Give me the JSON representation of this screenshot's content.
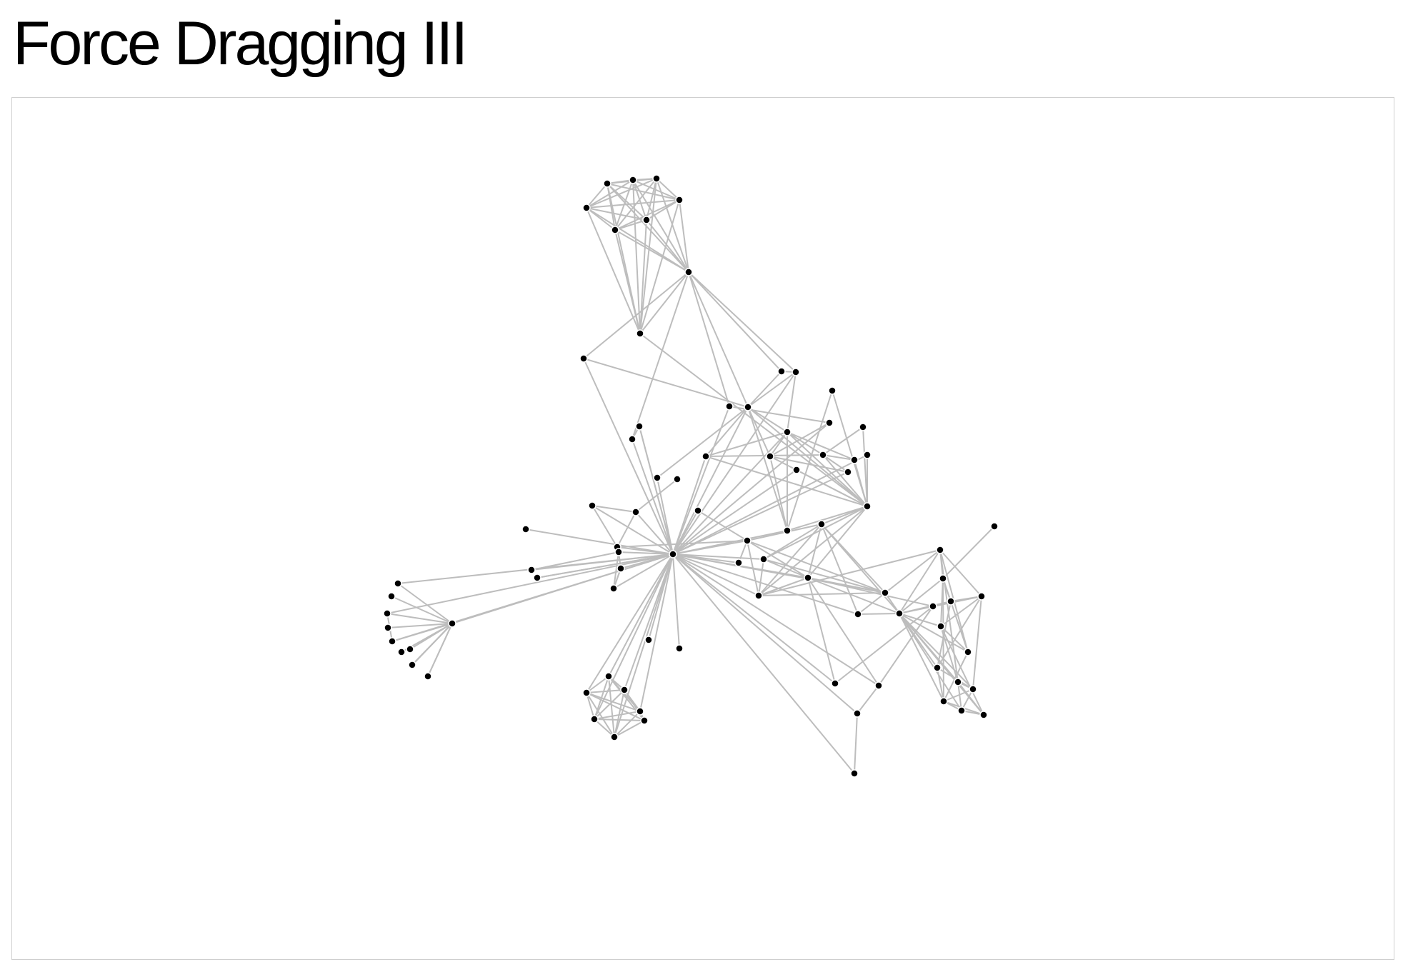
{
  "page": {
    "title": "Force Dragging III"
  },
  "colors": {
    "background": "#ffffff",
    "node_fill": "#000000",
    "node_stroke": "#ffffff",
    "link": "#bdbdbd",
    "frame_border": "#cfcfcf"
  },
  "graph": {
    "links": [
      [
        "n0",
        "n1"
      ],
      [
        "n0",
        "n2"
      ],
      [
        "n0",
        "n3"
      ],
      [
        "n0",
        "n4"
      ],
      [
        "n0",
        "n5"
      ],
      [
        "n0",
        "n6"
      ],
      [
        "n0",
        "n7"
      ],
      [
        "n0",
        "n8"
      ],
      [
        "n1",
        "n2"
      ],
      [
        "n1",
        "n3"
      ],
      [
        "n1",
        "n4"
      ],
      [
        "n1",
        "n5"
      ],
      [
        "n1",
        "n6"
      ],
      [
        "n1",
        "n7"
      ],
      [
        "n1",
        "n8"
      ],
      [
        "n2",
        "n3"
      ],
      [
        "n2",
        "n4"
      ],
      [
        "n2",
        "n5"
      ],
      [
        "n2",
        "n6"
      ],
      [
        "n2",
        "n7"
      ],
      [
        "n2",
        "n8"
      ],
      [
        "n3",
        "n4"
      ],
      [
        "n3",
        "n5"
      ],
      [
        "n3",
        "n6"
      ],
      [
        "n3",
        "n7"
      ],
      [
        "n3",
        "n8"
      ],
      [
        "n4",
        "n5"
      ],
      [
        "n4",
        "n6"
      ],
      [
        "n4",
        "n7"
      ],
      [
        "n4",
        "n8"
      ],
      [
        "n5",
        "n6"
      ],
      [
        "n5",
        "n7"
      ],
      [
        "n5",
        "n8"
      ],
      [
        "n6",
        "n7"
      ],
      [
        "n6",
        "n8"
      ],
      [
        "n7",
        "n8"
      ],
      [
        "n7",
        "n9"
      ],
      [
        "n7",
        "n10"
      ],
      [
        "n7",
        "n12"
      ],
      [
        "n7",
        "n15"
      ],
      [
        "n7",
        "n16"
      ],
      [
        "n7",
        "n13"
      ],
      [
        "n8",
        "n30"
      ],
      [
        "n9",
        "n13"
      ],
      [
        "n10",
        "n11"
      ],
      [
        "n12",
        "n17"
      ],
      [
        "n11",
        "n22"
      ],
      [
        "n13",
        "n14"
      ],
      [
        "n13",
        "n15"
      ],
      [
        "n13",
        "n16"
      ],
      [
        "n13",
        "n18"
      ],
      [
        "n13",
        "n21"
      ],
      [
        "n13",
        "n22"
      ],
      [
        "n13",
        "n24"
      ],
      [
        "n13",
        "n26"
      ],
      [
        "n13",
        "n30"
      ],
      [
        "n14",
        "n18"
      ],
      [
        "n14",
        "n19"
      ],
      [
        "n14",
        "n22"
      ],
      [
        "n15",
        "n16"
      ],
      [
        "n18",
        "n19"
      ],
      [
        "n18",
        "n20"
      ],
      [
        "n18",
        "n22"
      ],
      [
        "n18",
        "n24"
      ],
      [
        "n18",
        "n26"
      ],
      [
        "n18",
        "n30"
      ],
      [
        "n19",
        "n20"
      ],
      [
        "n19",
        "n28"
      ],
      [
        "n19",
        "n29"
      ],
      [
        "n21",
        "n22"
      ],
      [
        "n22",
        "n27"
      ],
      [
        "n23",
        "n22"
      ],
      [
        "n16",
        "n22"
      ],
      [
        "n16",
        "n18"
      ],
      [
        "n17",
        "n22"
      ],
      [
        "n17",
        "n24"
      ],
      [
        "n24",
        "n26"
      ],
      [
        "n24",
        "n28"
      ],
      [
        "n24",
        "n30"
      ],
      [
        "n25",
        "n26"
      ],
      [
        "n26",
        "n30"
      ],
      [
        "n27",
        "n30"
      ],
      [
        "n30",
        "n40"
      ],
      [
        "n30",
        "n43"
      ],
      [
        "n30",
        "n44"
      ],
      [
        "n30",
        "n46"
      ],
      [
        "n30",
        "n29"
      ],
      [
        "n30",
        "n31"
      ],
      [
        "n22",
        "n31"
      ],
      [
        "n22",
        "n35"
      ],
      [
        "n22",
        "n33"
      ],
      [
        "n22",
        "n34"
      ],
      [
        "n22",
        "n36"
      ],
      [
        "n22",
        "n37"
      ],
      [
        "n22",
        "n38"
      ],
      [
        "n22",
        "n39"
      ],
      [
        "n22",
        "n41"
      ],
      [
        "n22",
        "n42"
      ],
      [
        "n22",
        "n43"
      ],
      [
        "n22",
        "n44"
      ],
      [
        "n22",
        "n45"
      ],
      [
        "n22",
        "n47"
      ],
      [
        "n22",
        "n26"
      ],
      [
        "n22",
        "n48"
      ],
      [
        "n22",
        "n64"
      ],
      [
        "n22",
        "n65"
      ],
      [
        "n22",
        "n66"
      ],
      [
        "n22",
        "n67"
      ],
      [
        "n22",
        "n68"
      ],
      [
        "n22",
        "n69"
      ],
      [
        "n22",
        "n72"
      ],
      [
        "n22",
        "n46"
      ],
      [
        "n22",
        "n11"
      ],
      [
        "n22",
        "n28"
      ],
      [
        "n32",
        "n33"
      ],
      [
        "n33",
        "n34"
      ],
      [
        "n33",
        "n37"
      ],
      [
        "n34",
        "n37"
      ],
      [
        "n35",
        "n38"
      ],
      [
        "n36",
        "n41"
      ],
      [
        "n37",
        "n38"
      ],
      [
        "n39",
        "n38"
      ],
      [
        "n38",
        "n40"
      ],
      [
        "n38",
        "n44"
      ],
      [
        "n38",
        "n46"
      ],
      [
        "n38",
        "n47"
      ],
      [
        "n40",
        "n43"
      ],
      [
        "n40",
        "n44"
      ],
      [
        "n40",
        "n46"
      ],
      [
        "n40",
        "n47"
      ],
      [
        "n40",
        "n49"
      ],
      [
        "n40",
        "n48"
      ],
      [
        "n40",
        "n30"
      ],
      [
        "n41",
        "n42"
      ],
      [
        "n41",
        "n45"
      ],
      [
        "n42",
        "n45"
      ],
      [
        "n43",
        "n44"
      ],
      [
        "n43",
        "n46"
      ],
      [
        "n43",
        "n47"
      ],
      [
        "n44",
        "n46"
      ],
      [
        "n44",
        "n47"
      ],
      [
        "n44",
        "n50"
      ],
      [
        "n45",
        "n42"
      ],
      [
        "n46",
        "n47"
      ],
      [
        "n46",
        "n49"
      ],
      [
        "n47",
        "n49"
      ],
      [
        "n48",
        "n49"
      ],
      [
        "n48",
        "n50"
      ],
      [
        "n49",
        "n51"
      ],
      [
        "n49",
        "n52"
      ],
      [
        "n49",
        "n53"
      ],
      [
        "n49",
        "n54"
      ],
      [
        "n49",
        "n55"
      ],
      [
        "n49",
        "n56"
      ],
      [
        "n49",
        "n57"
      ],
      [
        "n49",
        "n58"
      ],
      [
        "n49",
        "n59"
      ],
      [
        "n49",
        "n60"
      ],
      [
        "n49",
        "n61"
      ],
      [
        "n51",
        "n52"
      ],
      [
        "n51",
        "n54"
      ],
      [
        "n51",
        "n55"
      ],
      [
        "n52",
        "n53"
      ],
      [
        "n52",
        "n56"
      ],
      [
        "n53",
        "n54"
      ],
      [
        "n53",
        "n56"
      ],
      [
        "n53",
        "n58"
      ],
      [
        "n54",
        "n55"
      ],
      [
        "n54",
        "n57"
      ],
      [
        "n54",
        "n59"
      ],
      [
        "n55",
        "n60"
      ],
      [
        "n56",
        "n58"
      ],
      [
        "n56",
        "n60"
      ],
      [
        "n57",
        "n58"
      ],
      [
        "n57",
        "n59"
      ],
      [
        "n57",
        "n61"
      ],
      [
        "n58",
        "n60"
      ],
      [
        "n58",
        "n61"
      ],
      [
        "n59",
        "n60"
      ],
      [
        "n59",
        "n61"
      ],
      [
        "n60",
        "n61"
      ],
      [
        "n50",
        "n51"
      ],
      [
        "n50",
        "n53"
      ],
      [
        "n50",
        "n55"
      ],
      [
        "n50",
        "n57"
      ],
      [
        "n50",
        "n49"
      ],
      [
        "n51",
        "n62"
      ],
      [
        "n51",
        "n60"
      ],
      [
        "n46",
        "n63"
      ],
      [
        "n46",
        "n64"
      ],
      [
        "n46",
        "n65"
      ],
      [
        "n63",
        "n64"
      ],
      [
        "n63",
        "n65"
      ],
      [
        "n65",
        "n66"
      ],
      [
        "n66",
        "n67"
      ],
      [
        "n68",
        "n22"
      ],
      [
        "n69",
        "n72"
      ],
      [
        "n70",
        "n72"
      ],
      [
        "n71",
        "n72"
      ],
      [
        "n72",
        "n73"
      ],
      [
        "n72",
        "n74"
      ],
      [
        "n72",
        "n75"
      ],
      [
        "n72",
        "n76"
      ],
      [
        "n72",
        "n77"
      ],
      [
        "n72",
        "n78"
      ],
      [
        "n72",
        "n79"
      ],
      [
        "n72",
        "n80"
      ],
      [
        "n72",
        "n74"
      ],
      [
        "n70",
        "n71"
      ],
      [
        "n70",
        "n22"
      ],
      [
        "n71",
        "n22"
      ],
      [
        "n81",
        "n82"
      ],
      [
        "n81",
        "n83"
      ],
      [
        "n81",
        "n84"
      ],
      [
        "n81",
        "n85"
      ],
      [
        "n81",
        "n86"
      ],
      [
        "n81",
        "n87"
      ],
      [
        "n82",
        "n83"
      ],
      [
        "n82",
        "n84"
      ],
      [
        "n82",
        "n85"
      ],
      [
        "n82",
        "n86"
      ],
      [
        "n82",
        "n87"
      ],
      [
        "n83",
        "n84"
      ],
      [
        "n83",
        "n85"
      ],
      [
        "n83",
        "n86"
      ],
      [
        "n83",
        "n87"
      ],
      [
        "n84",
        "n85"
      ],
      [
        "n84",
        "n86"
      ],
      [
        "n84",
        "n87"
      ],
      [
        "n85",
        "n86"
      ],
      [
        "n85",
        "n87"
      ],
      [
        "n86",
        "n87"
      ],
      [
        "n81",
        "n22"
      ],
      [
        "n82",
        "n22"
      ],
      [
        "n83",
        "n22"
      ],
      [
        "n84",
        "n22"
      ],
      [
        "n85",
        "n22"
      ],
      [
        "n86",
        "n22"
      ],
      [
        "n88",
        "n22"
      ],
      [
        "n89",
        "n22"
      ],
      [
        "n9",
        "n22"
      ],
      [
        "n10",
        "n22"
      ],
      [
        "n12",
        "n22"
      ],
      [
        "n14",
        "n30"
      ],
      [
        "n19",
        "n30"
      ],
      [
        "n20",
        "n30"
      ],
      [
        "n25",
        "n30"
      ]
    ]
  }
}
